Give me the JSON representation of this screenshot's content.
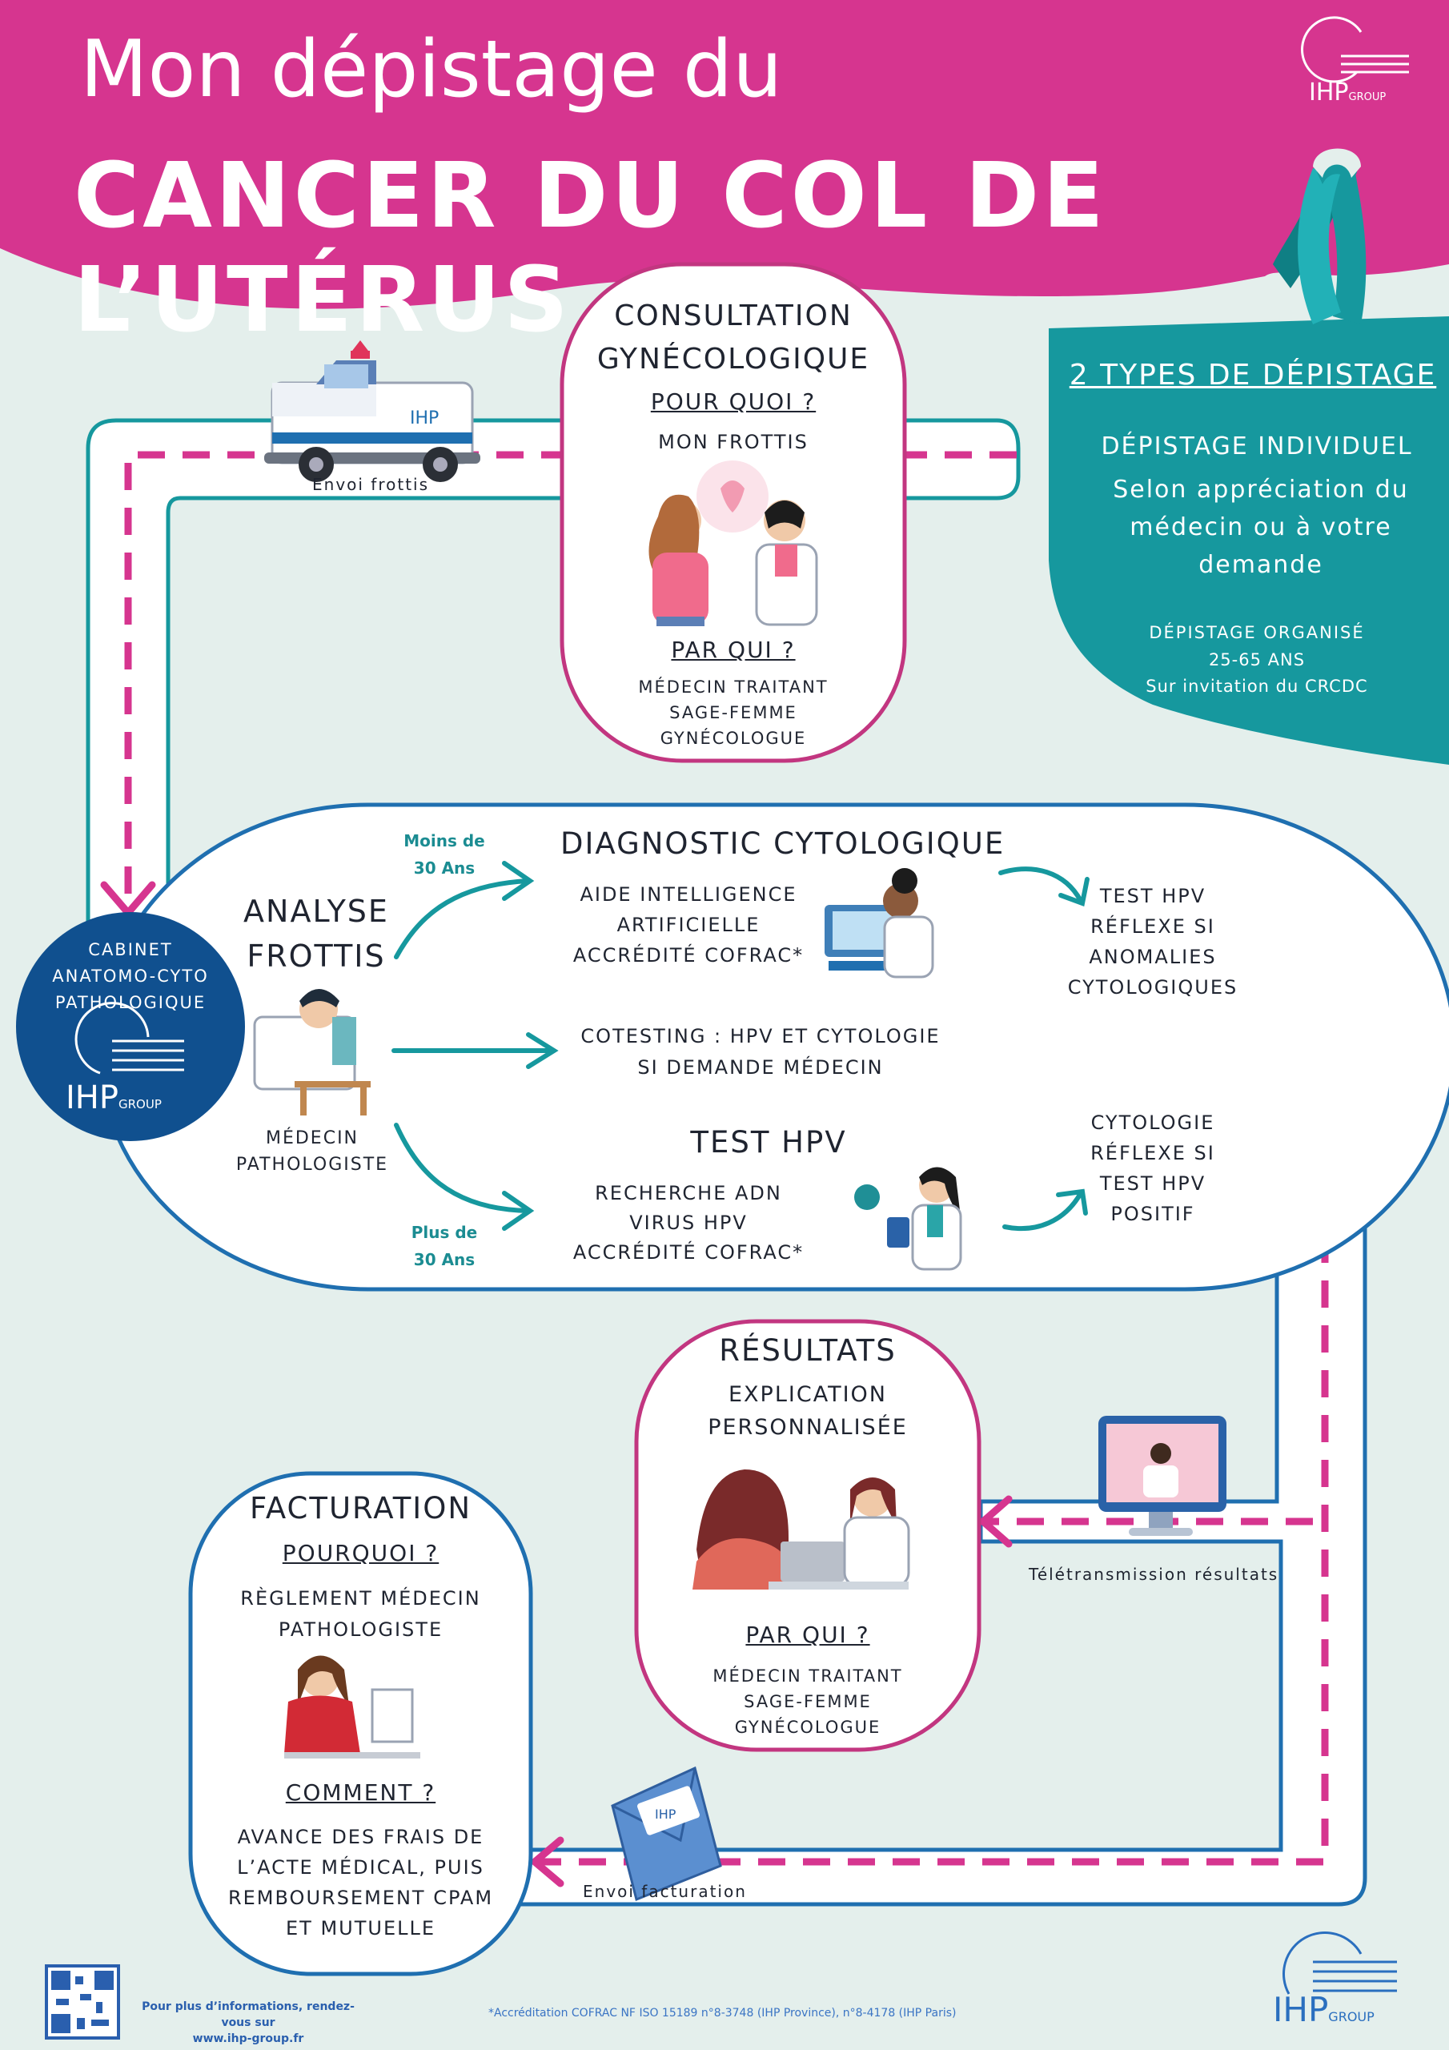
{
  "title": {
    "line1": "Mon dépistage du",
    "line2": "CANCER DU COL DE L’UTÉRUS"
  },
  "logo": {
    "top": "IHP",
    "top_sub": "GROUP",
    "bottom": "IHP",
    "bottom_sub": "GROUP"
  },
  "consultation": {
    "title_l1": "CONSULTATION",
    "title_l2": "GYNÉCOLOGIQUE",
    "why_label": "POUR QUOI ?",
    "why_value": "MON FROTTIS",
    "who_label": "PAR QUI ?",
    "who_values": [
      "MÉDECIN TRAITANT",
      "SAGE-FEMME",
      "GYNÉCOLOGUE"
    ]
  },
  "types": {
    "title": "2 TYPES DE DÉPISTAGE",
    "individual_title": "DÉPISTAGE INDIVIDUEL",
    "individual_lines": [
      "Selon appréciation du",
      "médecin ou à votre",
      "demande"
    ],
    "organized_title": "DÉPISTAGE ORGANISÉ",
    "organized_lines": [
      "25-65 ANS",
      "Sur invitation du CRCDC"
    ]
  },
  "truck": {
    "label": "Envoi frottis",
    "logo": "IHP"
  },
  "cabinet": {
    "lines": [
      "CABINET",
      "ANATOMO-CYTO",
      "PATHOLOGIQUE"
    ],
    "logo": "IHP",
    "logo_sub": "GROUP"
  },
  "analysis": {
    "title_l1": "ANALYSE",
    "title_l2": "FROTTIS",
    "who_l1": "MÉDECIN",
    "who_l2": "PATHOLOGISTE",
    "less30_l1": "Moins de",
    "less30_l2": "30 Ans",
    "more30_l1": "Plus de",
    "more30_l2": "30 Ans",
    "cyto_title": "DIAGNOSTIC CYTOLOGIQUE",
    "cyto_lines": [
      "AIDE INTELLIGENCE",
      "ARTIFICIELLE",
      "ACCRÉDITÉ COFRAC*"
    ],
    "cyto_result": [
      "TEST HPV",
      "RÉFLEXE SI",
      "ANOMALIES",
      "CYTOLOGIQUES"
    ],
    "cotest_lines": [
      "COTESTING : HPV ET CYTOLOGIE",
      "SI DEMANDE MÉDECIN"
    ],
    "hpv_title": "TEST HPV",
    "hpv_lines": [
      "RECHERCHE ADN",
      "VIRUS HPV",
      "ACCRÉDITÉ COFRAC*"
    ],
    "hpv_result": [
      "CYTOLOGIE",
      "RÉFLEXE SI",
      "TEST HPV",
      "POSITIF"
    ]
  },
  "results": {
    "title": "RÉSULTATS",
    "lines": [
      "EXPLICATION",
      "PERSONNALISÉE"
    ],
    "who_label": "PAR QUI ?",
    "who_values": [
      "MÉDECIN TRAITANT",
      "SAGE-FEMME",
      "GYNÉCOLOGUE"
    ],
    "transmission": "Télétransmission résultats"
  },
  "billing": {
    "title": "FACTURATION",
    "why_label": "POURQUOI ?",
    "why_lines": [
      "RÈGLEMENT MÉDECIN",
      "PATHOLOGISTE"
    ],
    "how_label": "COMMENT ?",
    "how_lines": [
      "AVANCE DES FRAIS DE",
      "L’ACTE MÉDICAL, PUIS",
      "REMBOURSEMENT CPAM",
      "ET MUTUELLE"
    ],
    "envelope_label": "Envoi facturation",
    "envelope_logo": "IHP"
  },
  "footer": {
    "info_l1": "Pour plus d’informations, rendez-vous sur",
    "info_l2": "www.ihp-group.fr",
    "accreditation": "*Accréditation COFRAC NF ISO 15189 n°8-3748 (IHP Province), n°8-4178 (IHP Paris)"
  },
  "colors": {
    "pink": "#d6358f",
    "teal": "#16989e",
    "blue": "#1f6fb0",
    "navy": "#10508f",
    "background": "#e4efec"
  }
}
